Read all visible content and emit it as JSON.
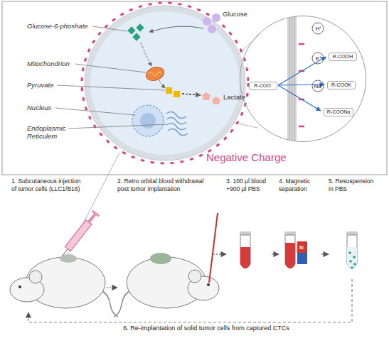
{
  "diagram": {
    "nodes": [
      {
        "text": [
          "H⁺",
          "K⁺",
          "Na⁺",
          "R-COOH",
          "R-COOK",
          "R-COONa",
          "R-COO⁻"
        ]
      },
      {
        "text": [
          "1. Subcutaneous injection of tumor cells (LLC1/B16)"
        ]
      },
      {
        "text": [
          "2. Retro orbital blood withdrawal post tumor implantation"
        ]
      },
      {
        "text": [
          "3. 100 μl blood +900 μl PBS"
        ]
      },
      {
        "text": [
          "4. Magnetic separation"
        ]
      },
      {
        "text": [
          "5. Resuspension in PBS"
        ]
      }
    ],
    "edges": [
      {
        "from": 1,
        "to": 2,
        "arrow": "to"
      },
      {
        "from": 2,
        "to": 3,
        "arrow": "to"
      },
      {
        "from": 3,
        "to": 4,
        "arrow": "to"
      },
      {
        "from": 4,
        "to": 5,
        "arrow": "to"
      },
      {
        "from": 5,
        "to": 1,
        "label": "6. Re-implantation of solid tumor cells from captured CTCs",
        "arrow": "to"
      }
    ],
    "labels": [
      "Glucose-6-phoshate",
      "Mitochondrion",
      "Pyruvate",
      "Nucleus",
      "Endoplasmic Reticulem",
      "Glucose",
      "Lactate",
      "Negative Charge",
      "N"
    ]
  }
}
